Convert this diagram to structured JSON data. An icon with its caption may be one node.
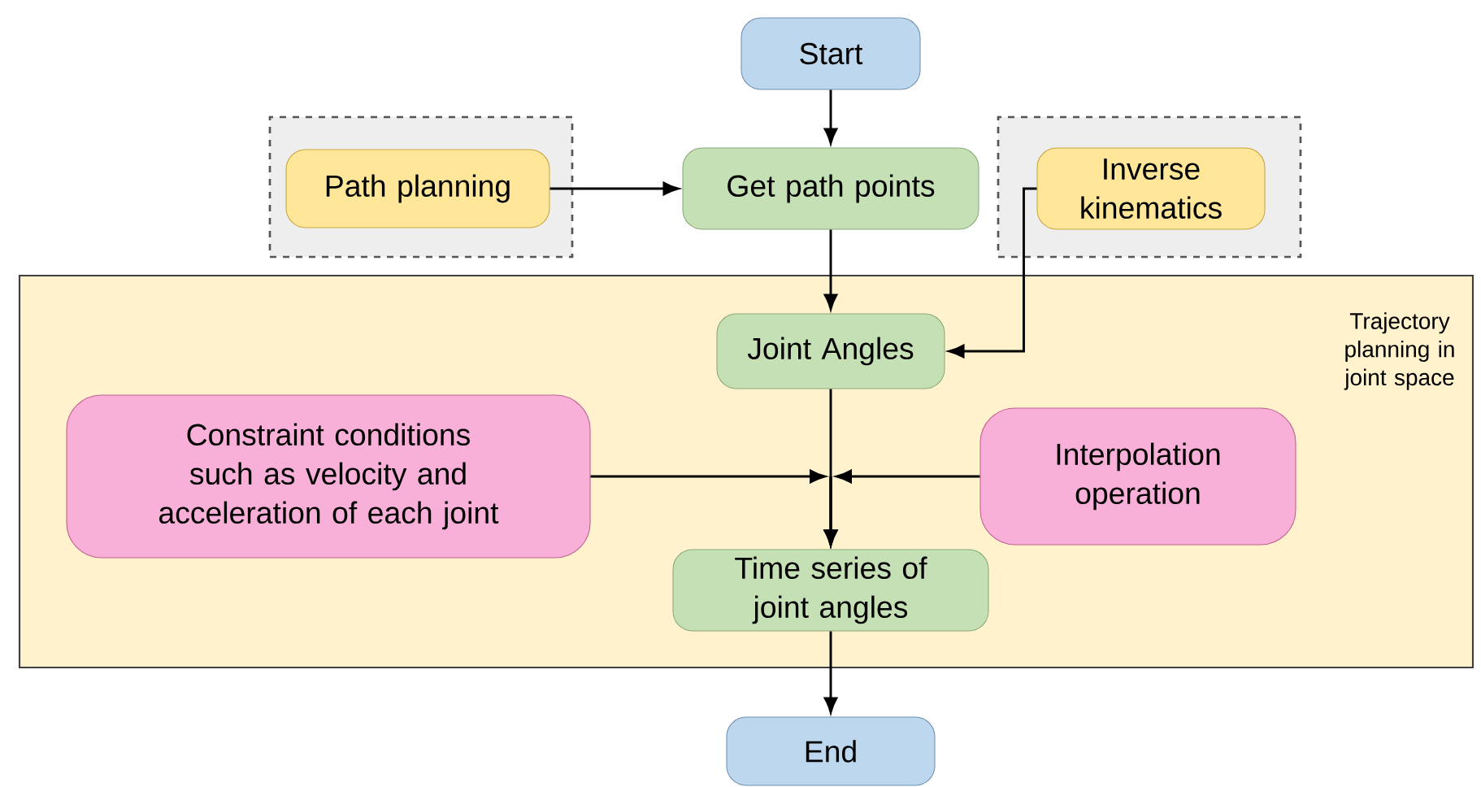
{
  "diagram": {
    "nodes": [
      {
        "text": [
          "Start"
        ]
      },
      {
        "text": [],
        "shape": "box"
      },
      {
        "text": [
          "Path planning"
        ],
        "in": 1
      },
      {
        "text": [
          "Get path points"
        ]
      },
      {
        "text": [],
        "shape": "box"
      },
      {
        "text": [
          "Inverse kinematics"
        ],
        "in": 4
      },
      {
        "text": [
          "Trajectory planning in joint space"
        ]
      },
      {
        "text": [
          "Joint Angles"
        ],
        "in": 6
      },
      {
        "text": [
          "Constraint conditions such as velocity and acceleration of each joint"
        ],
        "in": 6
      },
      {
        "text": [
          "Interpolation operation"
        ],
        "in": 6
      },
      {
        "text": [
          "Time series of joint angles"
        ],
        "in": 6
      },
      {
        "text": [
          "End"
        ]
      }
    ],
    "edges": [
      {
        "from": 0,
        "to": 3,
        "arrow": "to"
      },
      {
        "from": 2,
        "to": 3,
        "arrow": "to"
      },
      {
        "from": 5,
        "to": 7,
        "arrow": "to"
      },
      {
        "from": 3,
        "to": 7,
        "arrow": "to"
      },
      {
        "from": 7,
        "to": 10,
        "arrow": "to"
      },
      {
        "from": 8,
        "to": 10,
        "arrow": "to"
      },
      {
        "from": 9,
        "to": 10,
        "arrow": "to"
      },
      {
        "from": 10,
        "to": 11,
        "arrow": "to"
      }
    ]
  }
}
